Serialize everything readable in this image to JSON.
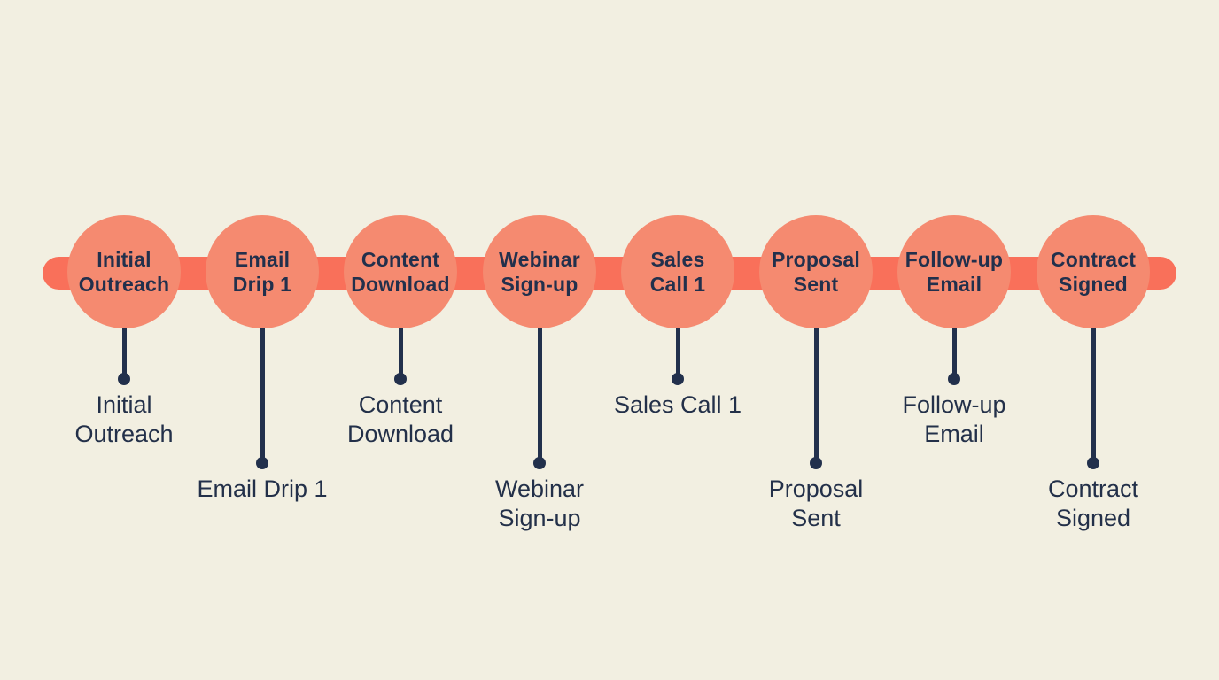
{
  "diagram": {
    "type": "timeline",
    "orientation": "horizontal",
    "stages": [
      {
        "name": "initial-outreach",
        "circle_label": "Initial\nOutreach",
        "below_label": "Initial\nOutreach",
        "stem": "short"
      },
      {
        "name": "email-drip-1",
        "circle_label": "Email\nDrip 1",
        "below_label": "Email Drip 1",
        "stem": "long"
      },
      {
        "name": "content-download",
        "circle_label": "Content\nDownload",
        "below_label": "Content\nDownload",
        "stem": "short"
      },
      {
        "name": "webinar-sign-up",
        "circle_label": "Webinar\nSign-up",
        "below_label": "Webinar\nSign-up",
        "stem": "long"
      },
      {
        "name": "sales-call-1",
        "circle_label": "Sales\nCall 1",
        "below_label": "Sales Call 1",
        "stem": "short"
      },
      {
        "name": "proposal-sent",
        "circle_label": "Proposal\nSent",
        "below_label": "Proposal\nSent",
        "stem": "long"
      },
      {
        "name": "follow-up-email",
        "circle_label": "Follow-up\nEmail",
        "below_label": "Follow-up\nEmail",
        "stem": "short"
      },
      {
        "name": "contract-signed",
        "circle_label": "Contract\nSigned",
        "below_label": "Contract\nSigned",
        "stem": "long"
      }
    ]
  },
  "colors": {
    "background": "#F2EFE1",
    "circle_fill": "#F58A70",
    "bar_fill": "#F9705A",
    "ink": "#22304C"
  }
}
